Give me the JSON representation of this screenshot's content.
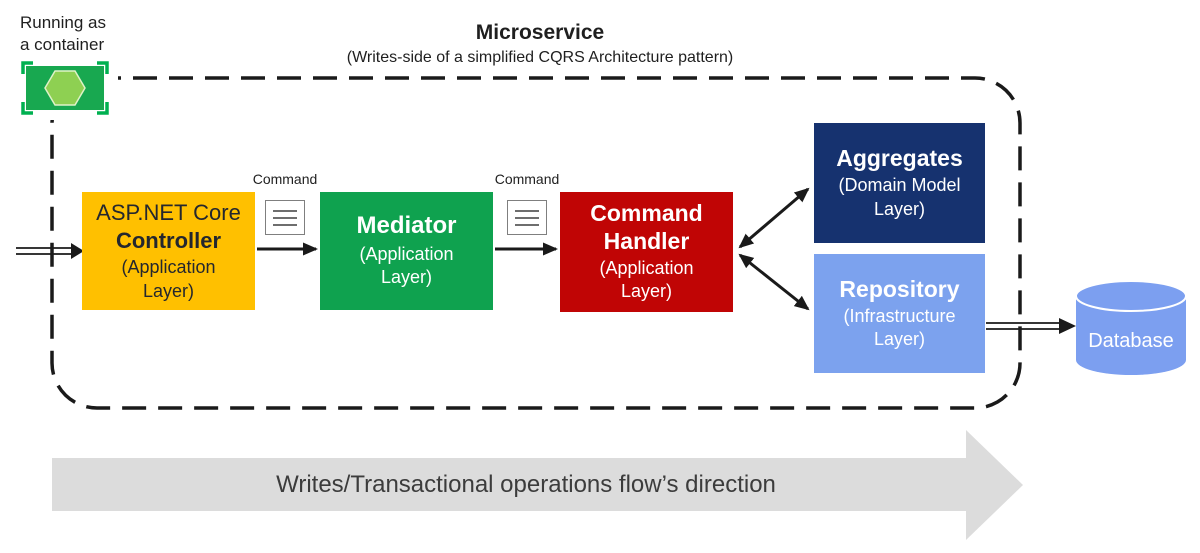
{
  "badge": {
    "label": "Running as\na container"
  },
  "header": {
    "title": "Microservice",
    "subtitle": "(Writes-side of a simplified CQRS Architecture pattern)"
  },
  "flow_labels": {
    "command1": "Command",
    "command2": "Command"
  },
  "boxes": {
    "controller": {
      "line1": "ASP.NET Core",
      "line2": "Controller",
      "sub": "(Application\nLayer)",
      "color": "#FFC000"
    },
    "mediator": {
      "title": "Mediator",
      "sub": "(Application\nLayer)",
      "color": "#0FA24F"
    },
    "command_handler": {
      "title": "Command\nHandler",
      "sub": "(Application\nLayer)",
      "color": "#C00505"
    },
    "aggregates": {
      "title": "Aggregates",
      "sub": "(Domain Model\nLayer)",
      "color": "#16326F"
    },
    "repository": {
      "title": "Repository",
      "sub": "(Infrastructure\nLayer)",
      "color": "#7CA2EE"
    }
  },
  "database": {
    "label": "Database",
    "color": "#7C9FF0"
  },
  "banner": {
    "text": "Writes/Transactional operations flow’s direction",
    "color": "#DCDCDC"
  },
  "icons": {
    "container_icon": "container-icon",
    "command_icon": "command-message-icon",
    "database_icon": "database-cylinder-icon"
  },
  "style_colors": {
    "dashed_border": "#1A1A1A",
    "arrow": "#1A1A1A",
    "container_rect": "#18A850",
    "container_brackets": "#00B050",
    "container_hexagon": "#8ED052"
  }
}
